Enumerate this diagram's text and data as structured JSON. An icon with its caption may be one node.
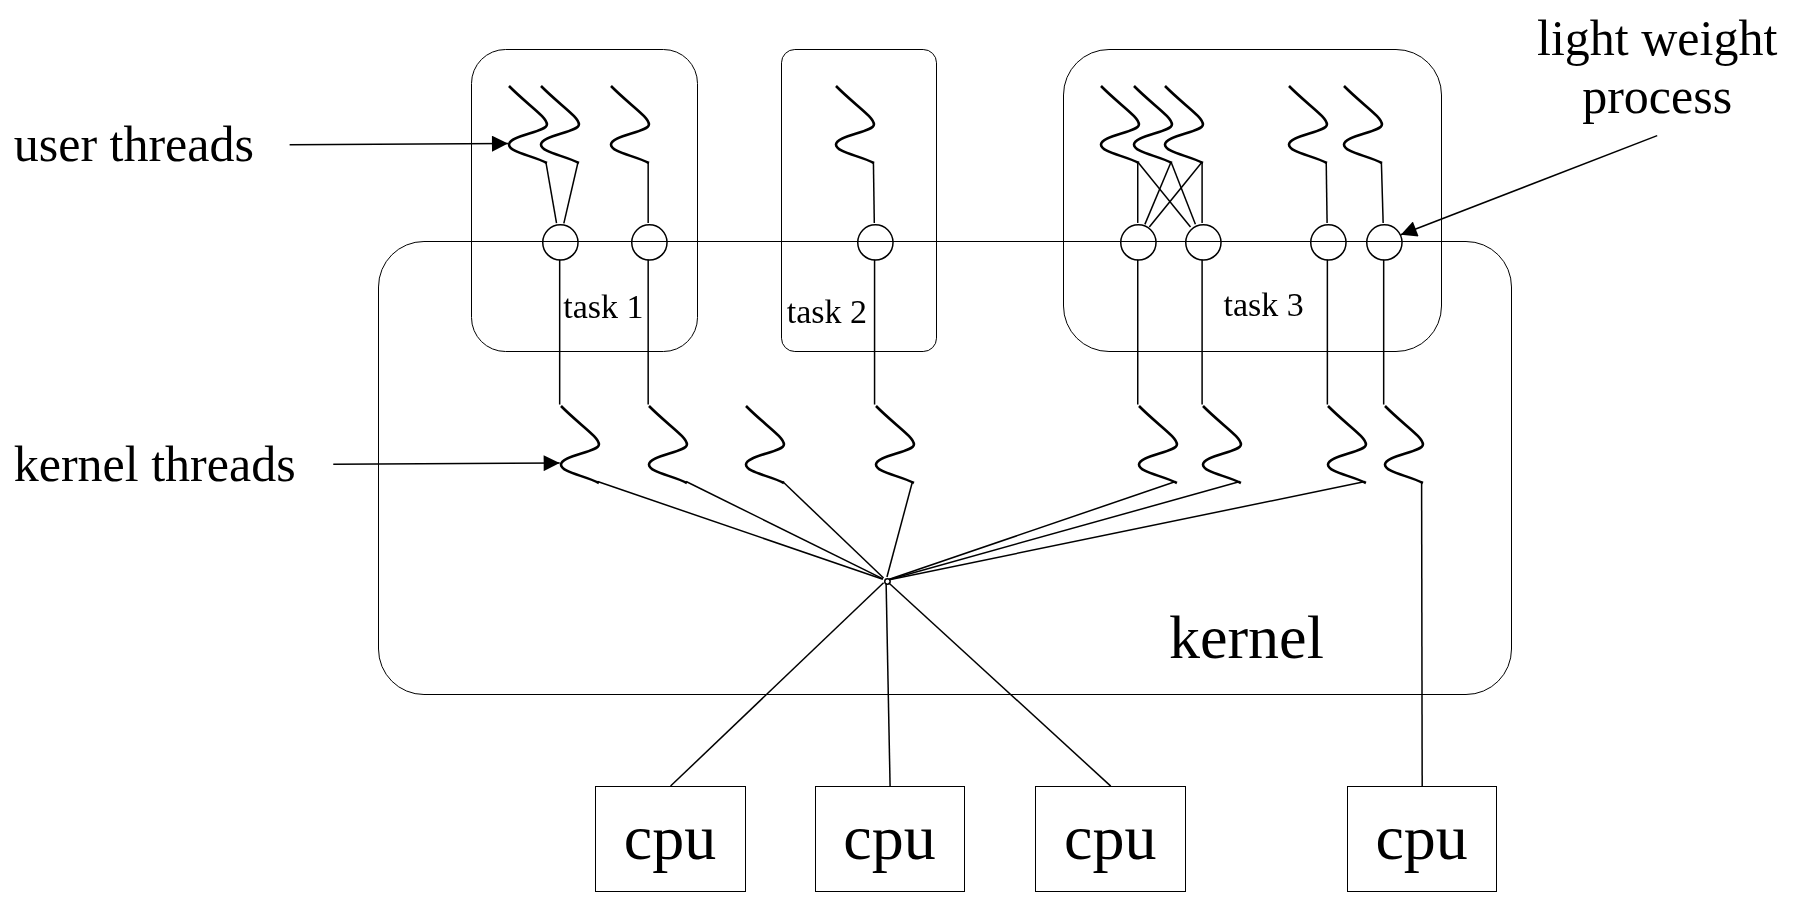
{
  "diagram": {
    "nodes": [
      {
        "text": [
          "task 1"
        ]
      },
      {
        "text": [],
        "shape": "wave",
        "in": 0
      },
      {
        "text": [],
        "shape": "wave",
        "in": 0
      },
      {
        "text": [],
        "shape": "wave",
        "in": 0
      },
      {
        "text": [],
        "shape": "circle",
        "in": 0
      },
      {
        "text": [],
        "shape": "circle",
        "in": 0
      },
      {
        "text": [
          "task 2"
        ]
      },
      {
        "text": [],
        "shape": "wave",
        "in": 6
      },
      {
        "text": [],
        "shape": "circle",
        "in": 6
      },
      {
        "text": [
          "task 3"
        ]
      },
      {
        "text": [],
        "shape": "wave",
        "in": 9
      },
      {
        "text": [],
        "shape": "wave",
        "in": 9
      },
      {
        "text": [],
        "shape": "wave",
        "in": 9
      },
      {
        "text": [],
        "shape": "wave",
        "in": 9
      },
      {
        "text": [],
        "shape": "wave",
        "in": 9
      },
      {
        "text": [],
        "shape": "circle",
        "in": 9
      },
      {
        "text": [],
        "shape": "circle",
        "in": 9
      },
      {
        "text": [],
        "shape": "circle",
        "in": 9
      },
      {
        "text": [],
        "shape": "circle",
        "in": 9
      },
      {
        "text": [
          "kernel"
        ]
      },
      {
        "text": [],
        "shape": "wave",
        "in": 19
      },
      {
        "text": [],
        "shape": "wave",
        "in": 19
      },
      {
        "text": [],
        "shape": "wave",
        "in": 19
      },
      {
        "text": [],
        "shape": "wave",
        "in": 19
      },
      {
        "text": [],
        "shape": "wave",
        "in": 19
      },
      {
        "text": [],
        "shape": "wave",
        "in": 19
      },
      {
        "text": [],
        "shape": "wave",
        "in": 19
      },
      {
        "text": [],
        "shape": "wave",
        "in": 19
      },
      {
        "text": [],
        "shape": "circle",
        "in": 19
      },
      {
        "text": [
          "cpu"
        ]
      },
      {
        "text": [
          "cpu"
        ]
      },
      {
        "text": [
          "cpu"
        ]
      },
      {
        "text": [
          "cpu"
        ]
      },
      {
        "text": [
          "user threads"
        ]
      },
      {
        "text": [
          "kernel threads"
        ]
      },
      {
        "text": [
          "light weight process"
        ]
      }
    ],
    "edges": [
      {
        "from": 33,
        "to": 1,
        "arrow": "to"
      },
      {
        "from": 34,
        "to": 20,
        "arrow": "to"
      },
      {
        "from": 35,
        "to": 18,
        "arrow": "to"
      },
      {
        "from": 1,
        "to": 4,
        "arrow": "none"
      },
      {
        "from": 2,
        "to": 4,
        "arrow": "none"
      },
      {
        "from": 3,
        "to": 5,
        "arrow": "none"
      },
      {
        "from": 7,
        "to": 8,
        "arrow": "none"
      },
      {
        "from": 10,
        "to": 15,
        "arrow": "none"
      },
      {
        "from": 10,
        "to": 16,
        "arrow": "none"
      },
      {
        "from": 11,
        "to": 15,
        "arrow": "none"
      },
      {
        "from": 11,
        "to": 16,
        "arrow": "none"
      },
      {
        "from": 12,
        "to": 15,
        "arrow": "none"
      },
      {
        "from": 12,
        "to": 16,
        "arrow": "none"
      },
      {
        "from": 13,
        "to": 17,
        "arrow": "none"
      },
      {
        "from": 14,
        "to": 18,
        "arrow": "none"
      },
      {
        "from": 4,
        "to": 20,
        "arrow": "none"
      },
      {
        "from": 5,
        "to": 21,
        "arrow": "none"
      },
      {
        "from": 8,
        "to": 23,
        "arrow": "none"
      },
      {
        "from": 15,
        "to": 24,
        "arrow": "none"
      },
      {
        "from": 16,
        "to": 25,
        "arrow": "none"
      },
      {
        "from": 17,
        "to": 26,
        "arrow": "none"
      },
      {
        "from": 18,
        "to": 27,
        "arrow": "none"
      },
      {
        "from": 20,
        "to": 28,
        "arrow": "none"
      },
      {
        "from": 21,
        "to": 28,
        "arrow": "none"
      },
      {
        "from": 22,
        "to": 28,
        "arrow": "none"
      },
      {
        "from": 23,
        "to": 28,
        "arrow": "none"
      },
      {
        "from": 24,
        "to": 28,
        "arrow": "none"
      },
      {
        "from": 25,
        "to": 28,
        "arrow": "none"
      },
      {
        "from": 26,
        "to": 28,
        "arrow": "none"
      },
      {
        "from": 28,
        "to": 29,
        "arrow": "none"
      },
      {
        "from": 28,
        "to": 30,
        "arrow": "none"
      },
      {
        "from": 28,
        "to": 31,
        "arrow": "none"
      },
      {
        "from": 27,
        "to": 32,
        "arrow": "none"
      }
    ]
  }
}
